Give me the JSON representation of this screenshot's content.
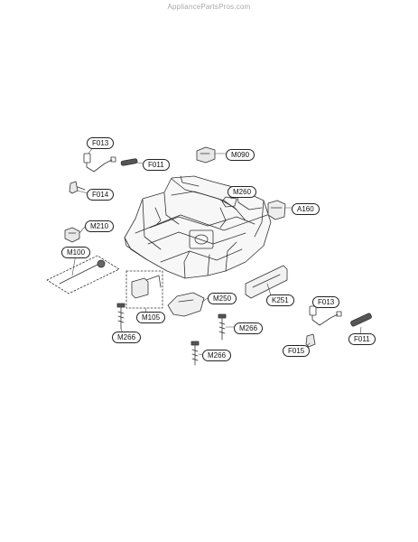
{
  "watermark": "AppliancePartsPros.com",
  "callouts": {
    "f013_a": "F013",
    "f011_a": "F011",
    "m090": "M090",
    "f014": "F014",
    "m260": "M260",
    "a160": "A160",
    "m210": "M210",
    "m100": "M100",
    "m250": "M250",
    "k251": "K251",
    "m105": "M105",
    "m266_a": "M266",
    "m266_b": "M266",
    "m266_c": "M266",
    "f013_b": "F013",
    "f011_b": "F011",
    "f015": "F015"
  }
}
